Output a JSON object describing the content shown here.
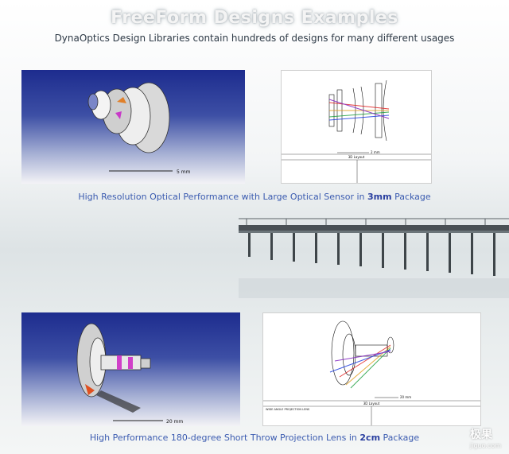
{
  "header": {
    "title": "FreeForm Designs Examples",
    "subtitle": "DynaOptics Design Libraries contain hundreds of designs for many different usages"
  },
  "example1": {
    "render_scale": "5 mm",
    "layout_scale": "2 mm",
    "layout_title": "3D Layout",
    "caption_pre": "High Resolution Optical Performance with Large Optical Sensor in ",
    "caption_bold": "3mm",
    "caption_post": " Package"
  },
  "example2": {
    "render_scale": "20 mm",
    "layout_scale": "20 mm",
    "layout_title": "3D Layout",
    "layout_name": "WIDE ANGLE PROJECTION LENS",
    "caption_pre": "High Performance 180-degree Short Throw Projection Lens in ",
    "caption_bold": "2cm",
    "caption_post": " Package"
  },
  "watermark": {
    "text": "极果",
    "sub": "jiguo.com"
  },
  "colors": {
    "caption": "#3b5bb0",
    "render_top": "#1d2c8e",
    "ray_red": "#e02020",
    "ray_blue": "#2040e0",
    "ray_green": "#20a040"
  }
}
